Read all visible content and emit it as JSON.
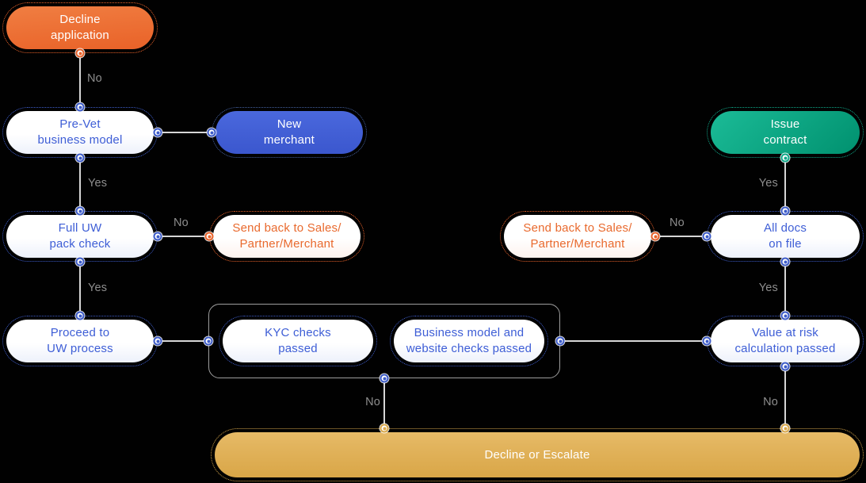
{
  "diagram": {
    "nodes": {
      "decline_application": {
        "line1": "Decline",
        "line2": "application"
      },
      "pre_vet": {
        "line1": "Pre-Vet",
        "line2": "business model"
      },
      "new_merchant": {
        "line1": "New",
        "line2": "merchant"
      },
      "issue_contract": {
        "line1": "Issue",
        "line2": "contract"
      },
      "full_uw": {
        "line1": "Full UW",
        "line2": "pack check"
      },
      "send_back_left": {
        "line1": "Send back to Sales/",
        "line2": "Partner/Merchant"
      },
      "send_back_right": {
        "line1": "Send back to Sales/",
        "line2": "Partner/Merchant"
      },
      "all_docs": {
        "line1": "All docs",
        "line2": "on file"
      },
      "proceed_uw": {
        "line1": "Proceed to",
        "line2": "UW process"
      },
      "kyc_checks": {
        "line1": "KYC checks",
        "line2": "passed"
      },
      "business_checks": {
        "line1": "Business model and",
        "line2": "website checks passed"
      },
      "value_at_risk": {
        "line1": "Value at risk",
        "line2": "calculation passed"
      },
      "decline_escalate": {
        "label": "Decline or Escalate"
      }
    },
    "edge_labels": {
      "prevet_to_decline": "No",
      "prevet_to_fulluw": "Yes",
      "fulluw_to_sendback": "No",
      "fulluw_to_proceed": "Yes",
      "issue_to_alldocs": "Yes",
      "sendback_to_alldocs": "No",
      "alldocs_to_var": "Yes",
      "checks_to_decline": "No",
      "var_to_decline": "No"
    },
    "colors": {
      "background": "#000000",
      "orange": "#ec6c31",
      "blue": "#4161d6",
      "teal": "#0ba183",
      "gold": "#dfae55",
      "node_text_blue": "#3e5ed6",
      "node_text_orange": "#e96a2e",
      "edge_label_gray": "#8e8e8e",
      "line": "#d6d6d6",
      "white_node": "#ffffff"
    }
  }
}
